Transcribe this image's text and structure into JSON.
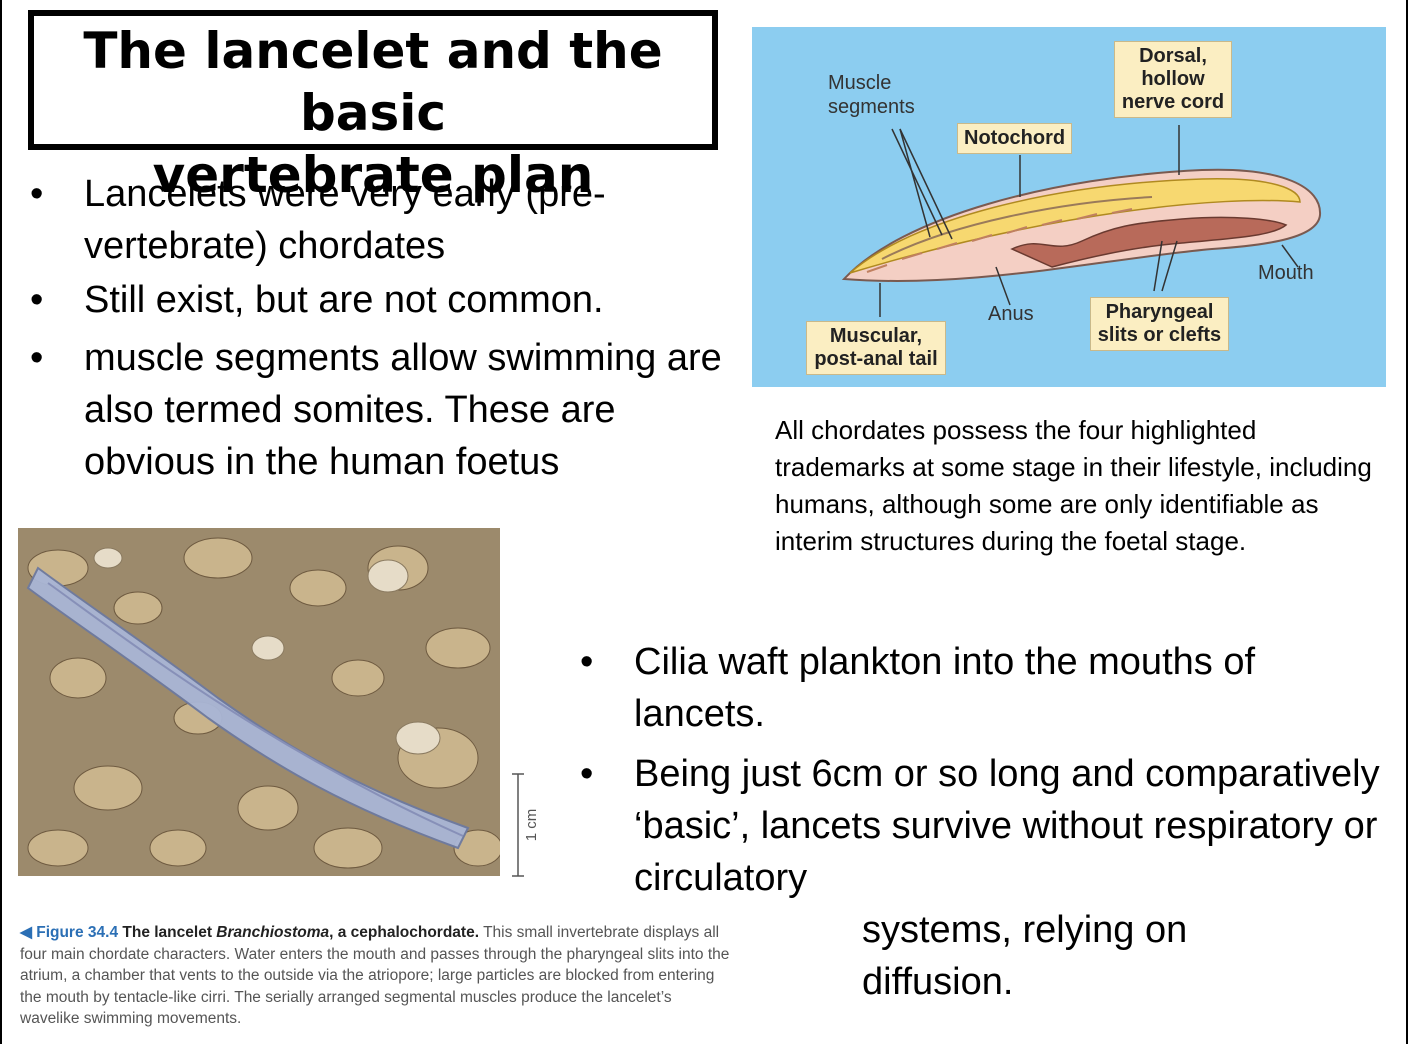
{
  "title": {
    "line1": "The lancelet and the basic",
    "line2": "vertebrate  plan"
  },
  "left_bullets": [
    "Lancelets were very early (pre-vertebrate) chordates",
    "Still exist, but are not common.",
    "muscle segments allow swimming are also termed somites. These are obvious in the human foetus"
  ],
  "bullet_glyph": "•",
  "diagram": {
    "background_color": "#8ccdf0",
    "labels": {
      "muscle_segments": "Muscle segments",
      "dorsal_nerve_cord": "Dorsal, hollow nerve cord",
      "notochord": "Notochord",
      "mouth": "Mouth",
      "anus": "Anus",
      "pharyngeal_slits": "Pharyngeal slits or clefts",
      "muscular_tail": "Muscular, post-anal tail"
    }
  },
  "diagram_caption": "All chordates possess the four highlighted trademarks at some stage in their lifestyle, including  humans, although some are only identifiable as interim structures during the foetal stage.",
  "photo": {
    "scale_label": "1 cm"
  },
  "figure_caption": {
    "number": "◀ Figure 34.4",
    "title_pre": "The lancelet",
    "title_italic": "Branchiostoma",
    "title_post": ", a cephalochordate.",
    "body": "This small invertebrate displays all four main chordate characters. Water enters the mouth and passes through the pharyngeal slits into the atrium, a chamber that vents to the outside via the atriopore; large particles are blocked from entering the mouth by tentacle-like cirri. The serially arranged segmental muscles produce the lancelet’s wavelike swimming movements."
  },
  "right_bullets": [
    "Cilia waft plankton into the mouths of lancets.",
    "Being just 6cm or so long and comparatively ‘basic’,  lancets survive without respiratory or circulatory"
  ],
  "right_continuation": "systems, relying on diffusion."
}
